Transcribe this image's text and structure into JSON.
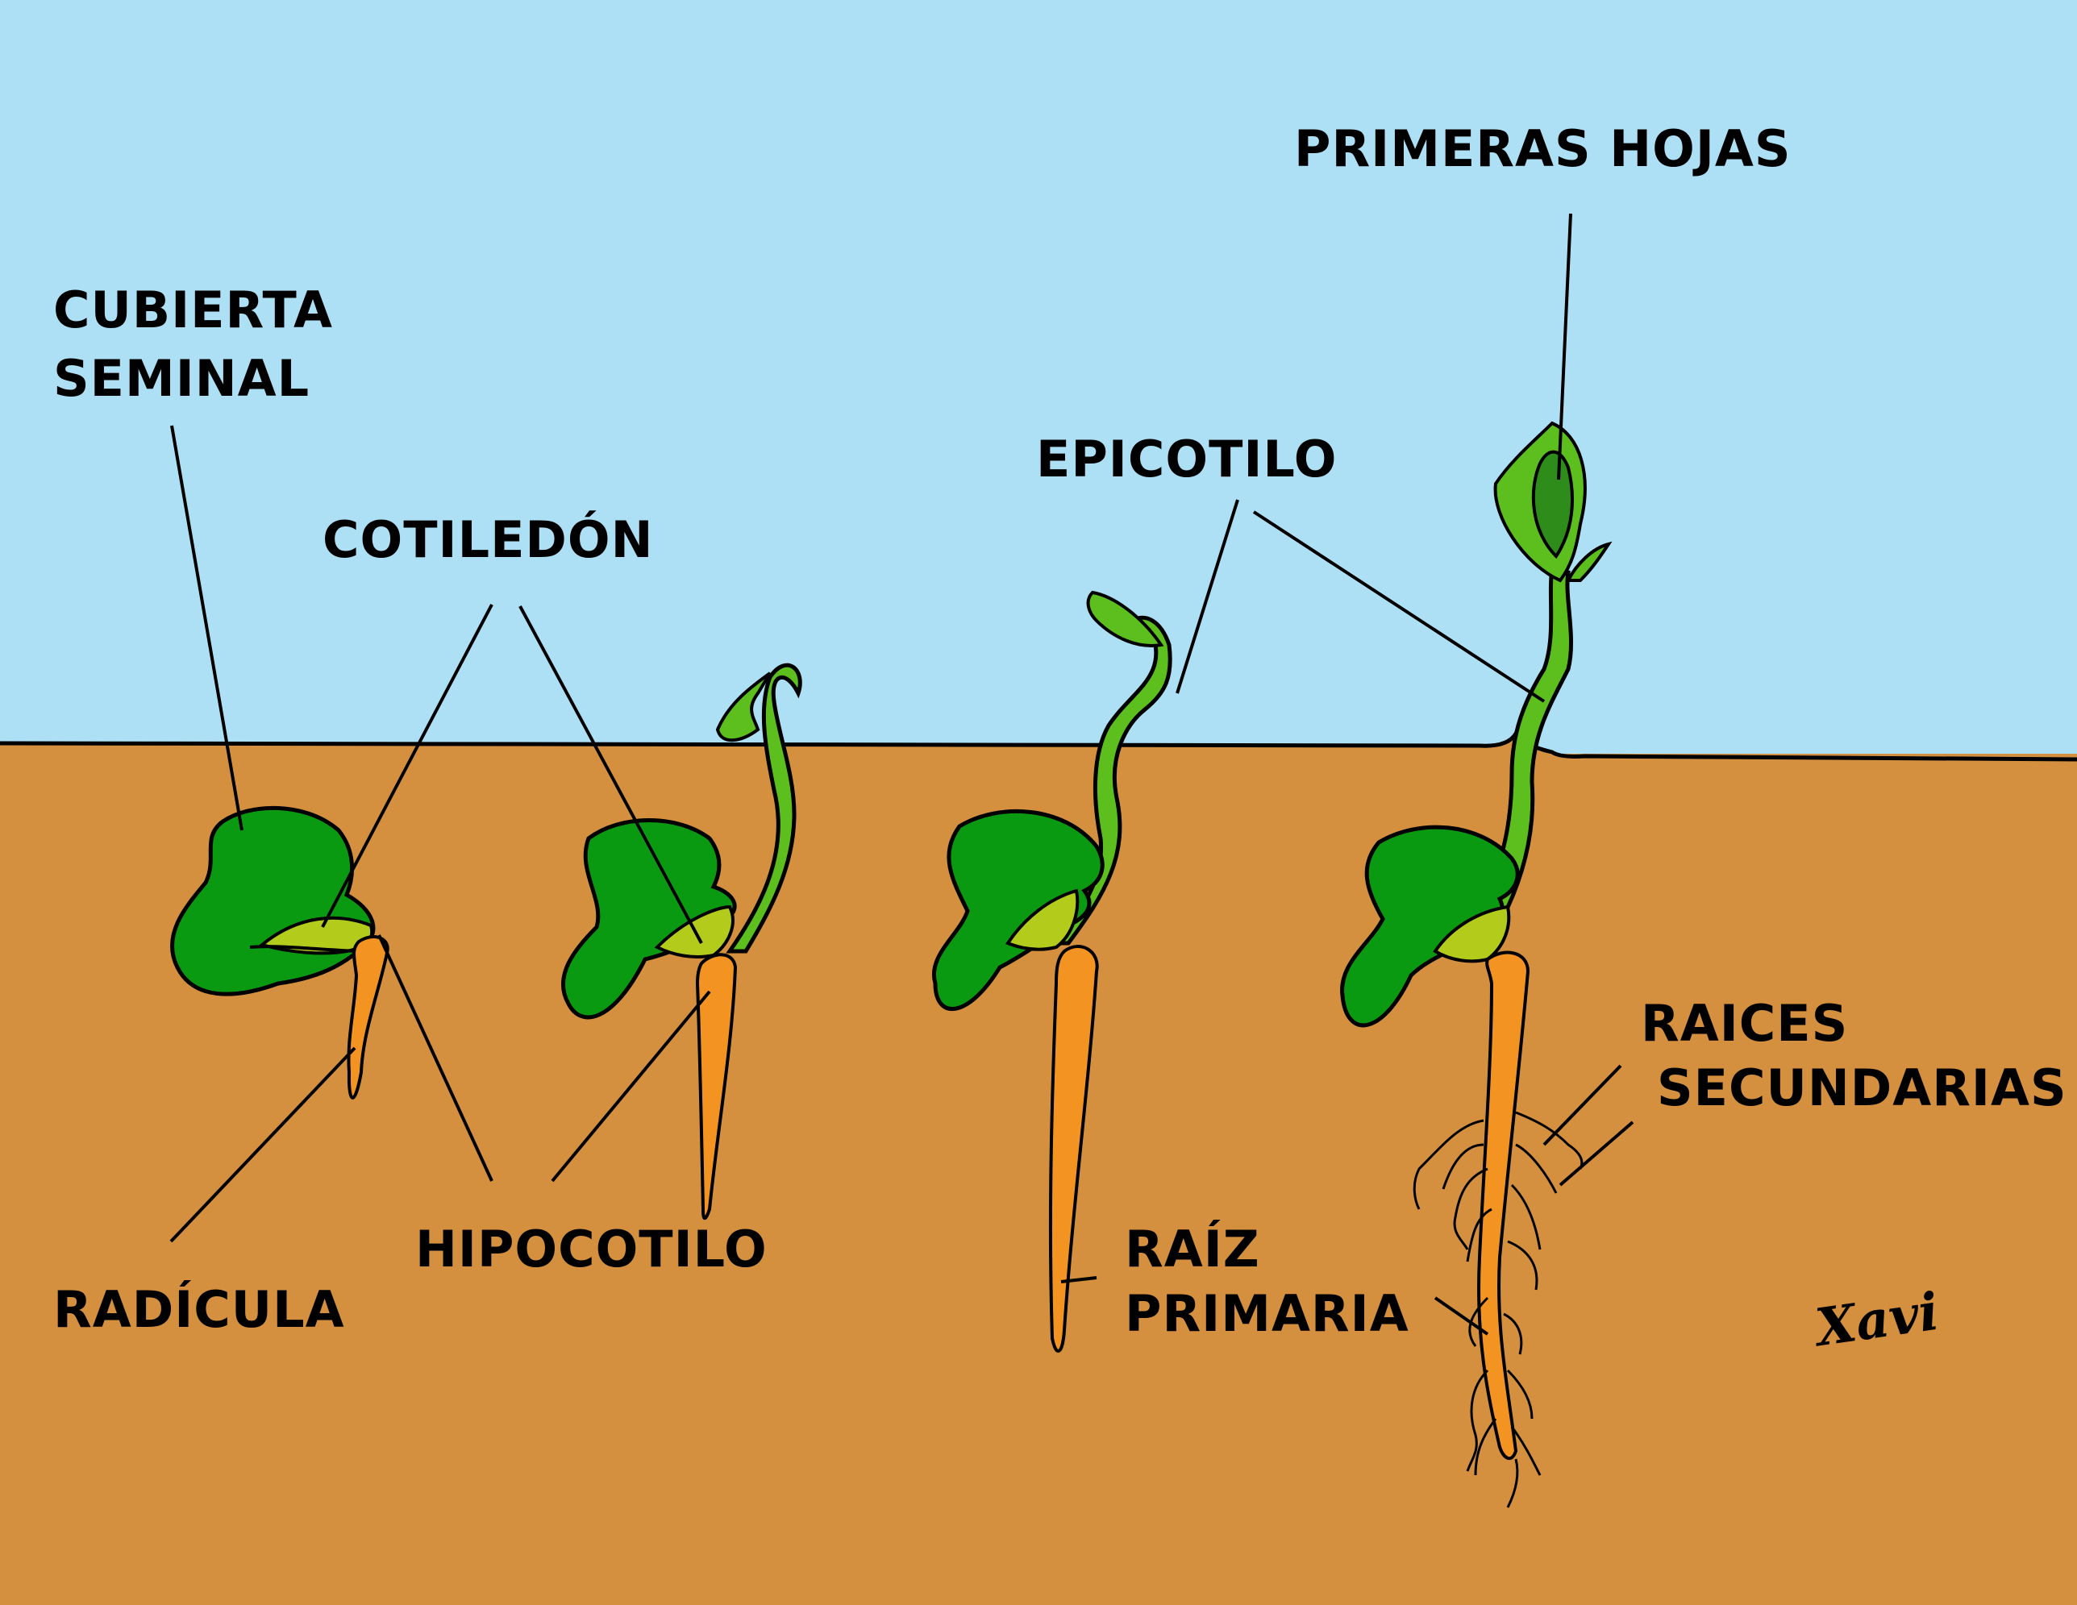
{
  "labels": {
    "cubierta_seminal": [
      "CUBIERTA",
      "SEMINAL"
    ],
    "cotiledon": "COTILEDÓN",
    "radicula": "RADÍCULA",
    "hipocotilo": "HIPOCOTILO",
    "epicotilo": "EPICOTILO",
    "primeras_hojas": "PRIMERAS HOJAS",
    "raiz_primaria": [
      "RAÍZ",
      "PRIMARIA"
    ],
    "raices_secundarias": [
      "RAICES",
      "SECUNDARIAS"
    ],
    "signature": "Xavi"
  },
  "colors": {
    "sky": "#ADDFF5",
    "soil": "#D4903F",
    "seed_coat": "#0A9A12",
    "cotyledon": "#B3CC1C",
    "stem": "#5CBF1E",
    "first_leaves": "#2E8C1B",
    "root": "#F39322",
    "outline": "#000000"
  }
}
